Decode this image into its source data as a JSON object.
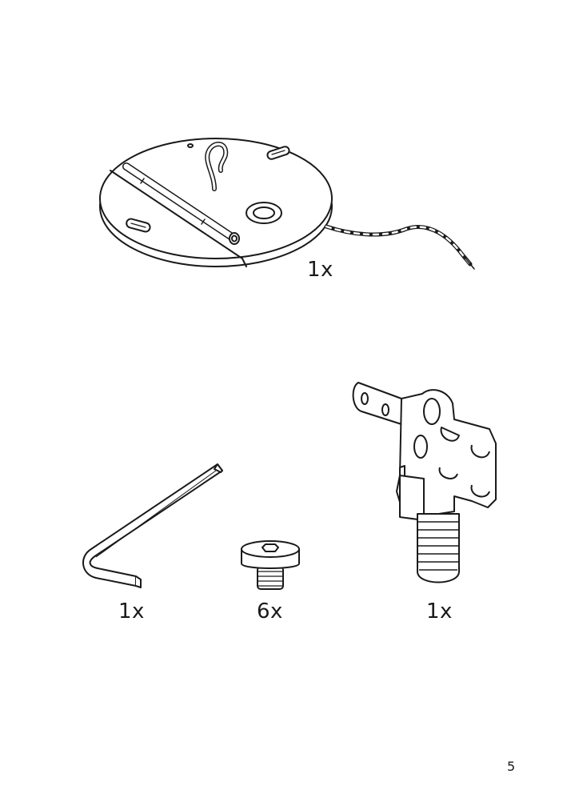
{
  "parts": [
    {
      "id": "ceiling-plate",
      "quantity": "1x",
      "icon": "ceiling-mounting-plate-with-cable"
    },
    {
      "id": "allen-key",
      "quantity": "1x",
      "icon": "allen-key"
    },
    {
      "id": "screw",
      "quantity": "6x",
      "icon": "hex-socket-screw"
    },
    {
      "id": "bracket",
      "quantity": "1x",
      "icon": "mounting-bracket-with-threaded-nipple"
    }
  ],
  "page_number": "5"
}
